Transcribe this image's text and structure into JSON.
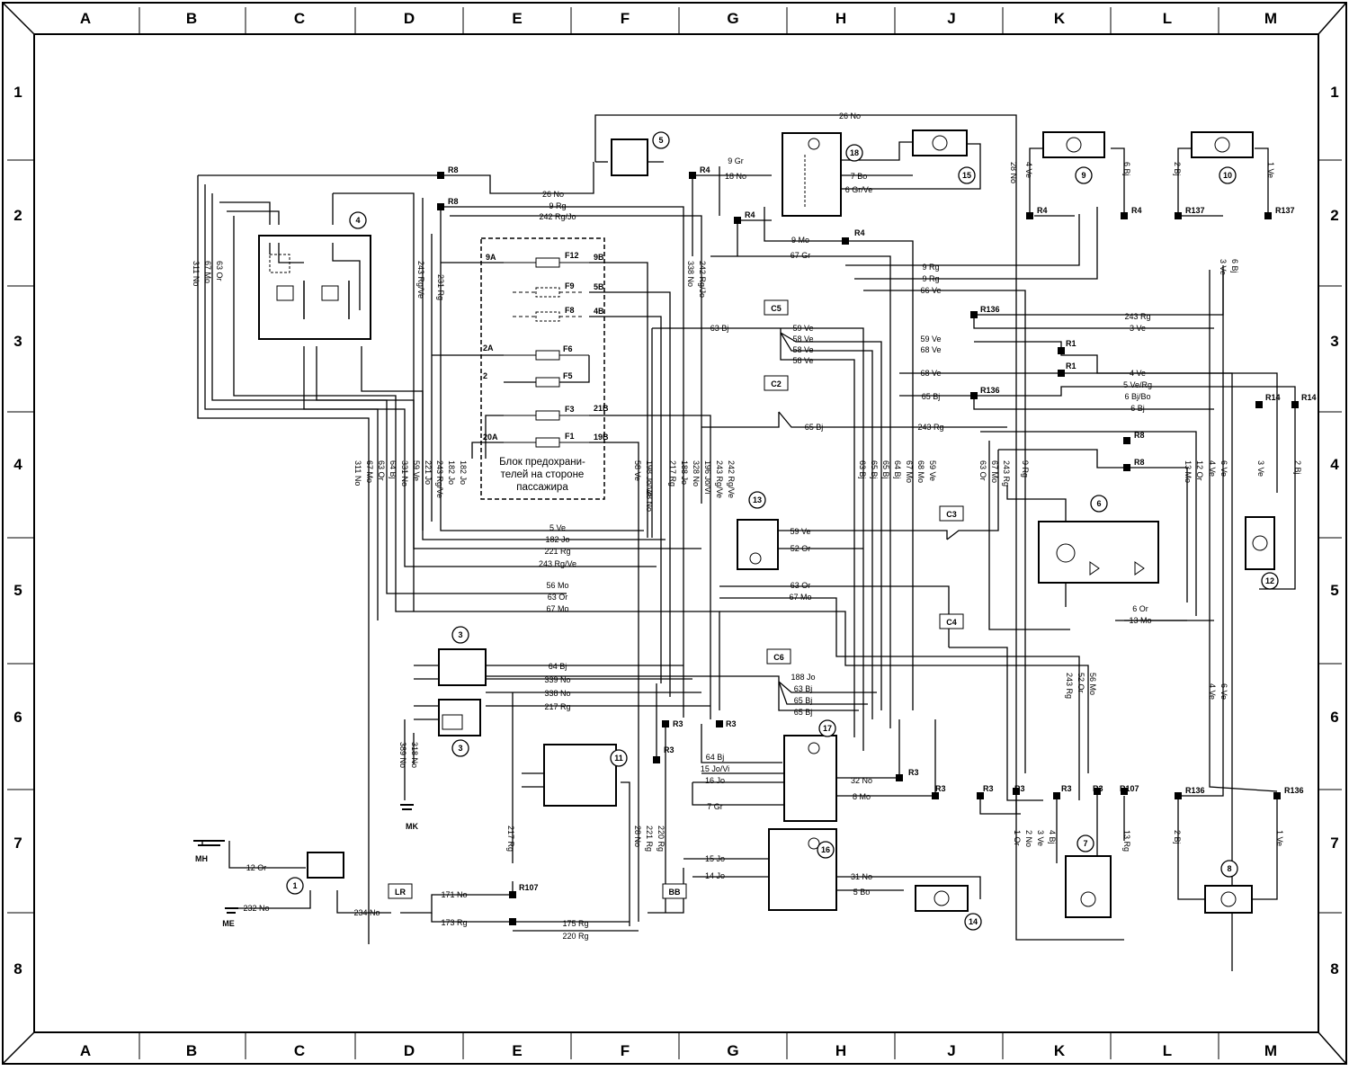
{
  "columns": [
    "A",
    "B",
    "C",
    "D",
    "E",
    "F",
    "G",
    "H",
    "J",
    "K",
    "L",
    "M"
  ],
  "rows": [
    "1",
    "2",
    "3",
    "4",
    "5",
    "6",
    "7",
    "8"
  ],
  "fuse_box": {
    "caption_line1": "Блок предохрани-",
    "caption_line2": "телей на стороне",
    "caption_line3": "пассажира",
    "fuses": [
      "F12",
      "F9",
      "F8",
      "F6",
      "F5",
      "F3",
      "F1"
    ],
    "terminals": [
      "9A",
      "9B",
      "5B",
      "4B",
      "2A",
      "2",
      "21B",
      "20A",
      "19B"
    ]
  },
  "components": [
    "1",
    "3",
    "3",
    "4",
    "5",
    "6",
    "7",
    "8",
    "9",
    "10",
    "11",
    "12",
    "13",
    "14",
    "15",
    "16",
    "17",
    "18"
  ],
  "connectors": [
    "C5",
    "C2",
    "C3",
    "C4",
    "C6",
    "LR",
    "BB"
  ],
  "grounds": [
    "MH",
    "ME",
    "MK"
  ],
  "nodes": [
    "R8",
    "R8",
    "R4",
    "R4",
    "R4",
    "R4",
    "R4",
    "R137",
    "R137",
    "R136",
    "R136",
    "R136",
    "R136",
    "R1",
    "R1",
    "R14",
    "R14",
    "R8",
    "R8",
    "R3",
    "R3",
    "R3",
    "R3",
    "R3",
    "R3",
    "R3",
    "R3",
    "R3",
    "R107",
    "R107"
  ],
  "wires_horizontal": [
    "26 No",
    "26 No",
    "9 Rg",
    "242 Rg/Jo",
    "9 Gr",
    "18 No",
    "7 Bo",
    "6 Gr/Ve",
    "9 Mo",
    "67 Gr",
    "9 Rg",
    "9 Rg",
    "66 Ve",
    "63 Bj",
    "59 Ve",
    "58 Ve",
    "58 Ve",
    "58 Ve",
    "59 Ve",
    "68 Ve",
    "68 Ve",
    "65 Bj",
    "65 Bj",
    "243 Rg",
    "243 Rg",
    "3 Ve",
    "4 Ve",
    "5 Ve/Rg",
    "6 Bj/Bo",
    "6 Bj",
    "5 Ve",
    "182 Jo",
    "221 Rg",
    "243 Rg/Ve",
    "59 Ve",
    "52 Or",
    "56 Mo",
    "63 Or",
    "63 Or",
    "67 Mo",
    "67 Mo",
    "64 Bj",
    "339 No",
    "338 No",
    "217 Rg",
    "188 Jo",
    "63 Bj",
    "65 Bj",
    "65 Bj",
    "64 Bj",
    "15 Jo/Vi",
    "16 Jo",
    "32 No",
    "8 Mo",
    "7 Gr",
    "15 Jo",
    "14 Jo",
    "31 No",
    "5 Bo",
    "6 Or",
    "13 Mo",
    "12 Or",
    "232 No",
    "234 No",
    "171 No",
    "173 Rg",
    "175 Rg",
    "220 Rg",
    "221 Rg"
  ],
  "wires_vertical": [
    "311 No",
    "67 Mo",
    "63 Or",
    "243 Rg/Ve",
    "231 Rg",
    "338 No",
    "242 Rg/Jo",
    "311 No",
    "67 Mo",
    "63 Or",
    "64 Bj",
    "331 No",
    "59 Ve",
    "221 Jo",
    "243 Rg/Ve",
    "182 Jo",
    "182 Jo",
    "58 Ve",
    "198 Jo/Ve",
    "217 Rg",
    "188 Jo",
    "328 No",
    "196 Jo/Vi",
    "243 Rg/Ve",
    "242 Rg/Ve",
    "63 Bj",
    "65 Bj",
    "65 Bj",
    "64 Bj",
    "67 Mo",
    "68 Mo",
    "59 Ve",
    "63 Or",
    "67 Mo",
    "243 Rg",
    "28 No",
    "9 Rg",
    "4 Ve",
    "6 Bj",
    "2 Bj",
    "1 Ve",
    "3 Ve",
    "6 Bj",
    "3 Ve",
    "2 Bj",
    "4 Ve",
    "6 Ve",
    "13 Mo",
    "12 Or",
    "4 Ve",
    "6 Ve",
    "243 Rg",
    "52 Or",
    "56 Mo",
    "1 Or",
    "2 No",
    "3 Ve",
    "4 Bj",
    "13 Rg",
    "2 Bj",
    "1 Ve",
    "217 Rg",
    "28 No",
    "221 Rg",
    "220 Rg",
    "318 No",
    "389 No",
    "28 No"
  ]
}
